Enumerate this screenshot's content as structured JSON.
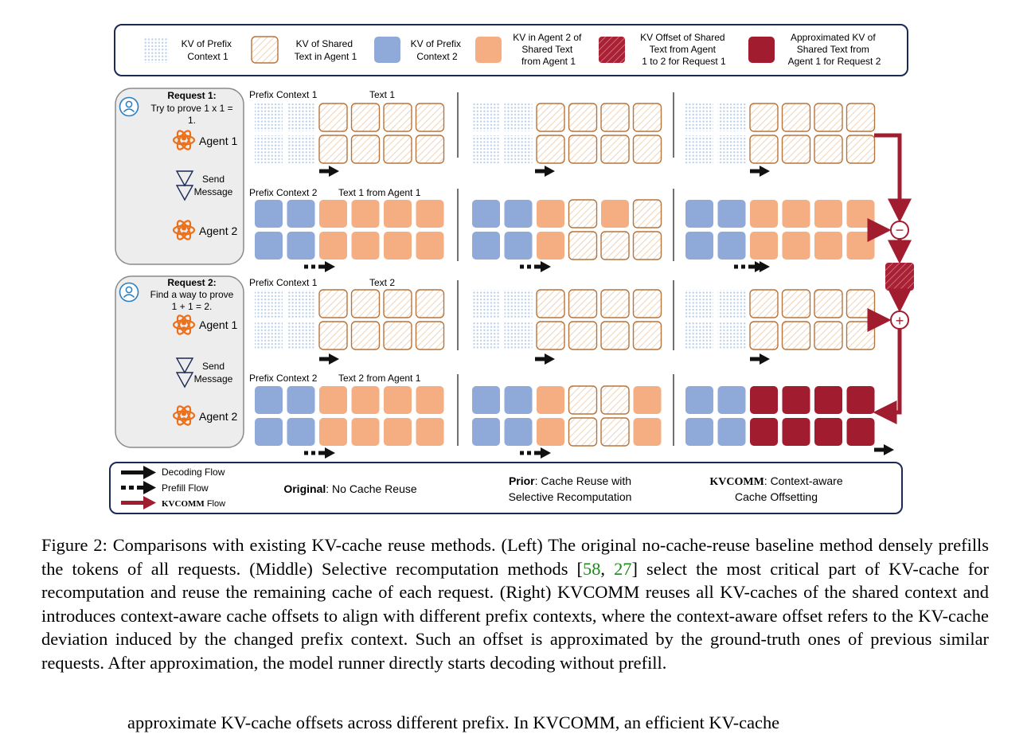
{
  "legend": {
    "items": [
      {
        "key": "prefix1",
        "lines": [
          "KV of Prefix",
          "Context 1"
        ]
      },
      {
        "key": "shared1",
        "lines": [
          "KV of Shared",
          "Text in Agent 1"
        ]
      },
      {
        "key": "prefix2",
        "lines": [
          "KV of Prefix",
          "Context 2"
        ]
      },
      {
        "key": "agent2",
        "lines": [
          "KV in Agent 2 of",
          "Shared Text",
          "from Agent 1"
        ]
      },
      {
        "key": "offset",
        "lines": [
          "KV Offset of Shared",
          "Text from Agent",
          "1 to 2 for Request 1"
        ]
      },
      {
        "key": "approx",
        "lines": [
          "Approximated KV of",
          "Shared Text from",
          "Agent 1 for Request 2"
        ]
      }
    ]
  },
  "colors": {
    "border": "#1b2a55",
    "panel_fill": "#ededed",
    "panel_border": "#8a8a8a",
    "prefix1_dots": "#b9cde6",
    "shared_stroke": "#b5753f",
    "shared_hatch": "#e9c7a5",
    "prefix2": "#8fa9d9",
    "agent2": "#f4ae82",
    "offset": "#a82135",
    "approx": "#a21c30",
    "agent_icon": "#ec6f19",
    "user_icon": "#2a7fc0",
    "triangle": "#1b2a55"
  },
  "requests": [
    {
      "title": "Request 1:",
      "text_lines": [
        "Try to prove 1 x 1 =",
        "1."
      ],
      "agent1": "Agent 1",
      "send_lines": [
        "Send",
        "Message"
      ],
      "agent2": "Agent 2"
    },
    {
      "title": "Request 2:",
      "text_lines": [
        "Find a way to prove",
        "1 + 1 = 2."
      ],
      "agent1": "Agent 1",
      "send_lines": [
        "Send",
        "Message"
      ],
      "agent2": "Agent 2"
    }
  ],
  "block_labels": {
    "r1_prefix1": "Prefix Context 1",
    "r1_text1": "Text 1",
    "r1_prefix2": "Prefix Context 2",
    "r1_text1_from": "Text 1 from Agent 1",
    "r2_prefix1": "Prefix Context 1",
    "r2_text2": "Text 2",
    "r2_prefix2": "Prefix Context 2",
    "r2_text2_from": "Text 2 from Agent 1"
  },
  "flow_legend": {
    "decoding": "Decoding Flow",
    "prefill": "Prefill Flow",
    "kvcomm": "KVCOMM",
    "kvcomm_suffix": " Flow"
  },
  "methods": {
    "original_bold": "Original",
    "original_rest": ": No Cache Reuse",
    "prior_bold": "Prior",
    "prior_rest": ": Cache Reuse with",
    "prior_line2": "Selective Recomputation",
    "kvcomm_bold": "KVCOMM",
    "kvcomm_rest": ": Context-aware",
    "kvcomm_line2": "Cache Offsetting"
  },
  "symbols": {
    "minus": "−",
    "plus": "+"
  },
  "caption": {
    "label": "Figure 2:",
    "t1": " Comparisons with existing KV-cache reuse methods. (Left) The original no-cache-reuse baseline method densely prefills the tokens of all requests. (Middle) Selective recomputation methods [",
    "ref1": "58",
    "sep": ", ",
    "ref2": "27",
    "t2": "] select the most critical part of KV-cache for recomputation and reuse the remaining cache of each request. (Right) ",
    "kv": "KVC",
    "omm": "OMM",
    "t3": " reuses all KV-caches of the shared context and introduces context-aware cache offsets to align with different prefix contexts, where the context-aware offset refers to the KV-cache deviation induced by the changed prefix context. Such an offset is approximated by the ground-truth ones of previous similar requests. After approximation, the model runner directly starts decoding without prefill."
  },
  "body_line": {
    "t1": "approximate KV-cache offsets across different prefix. In ",
    "kv": "KVC",
    "omm": "OMM",
    "t2": ", an efficient KV-cache"
  }
}
